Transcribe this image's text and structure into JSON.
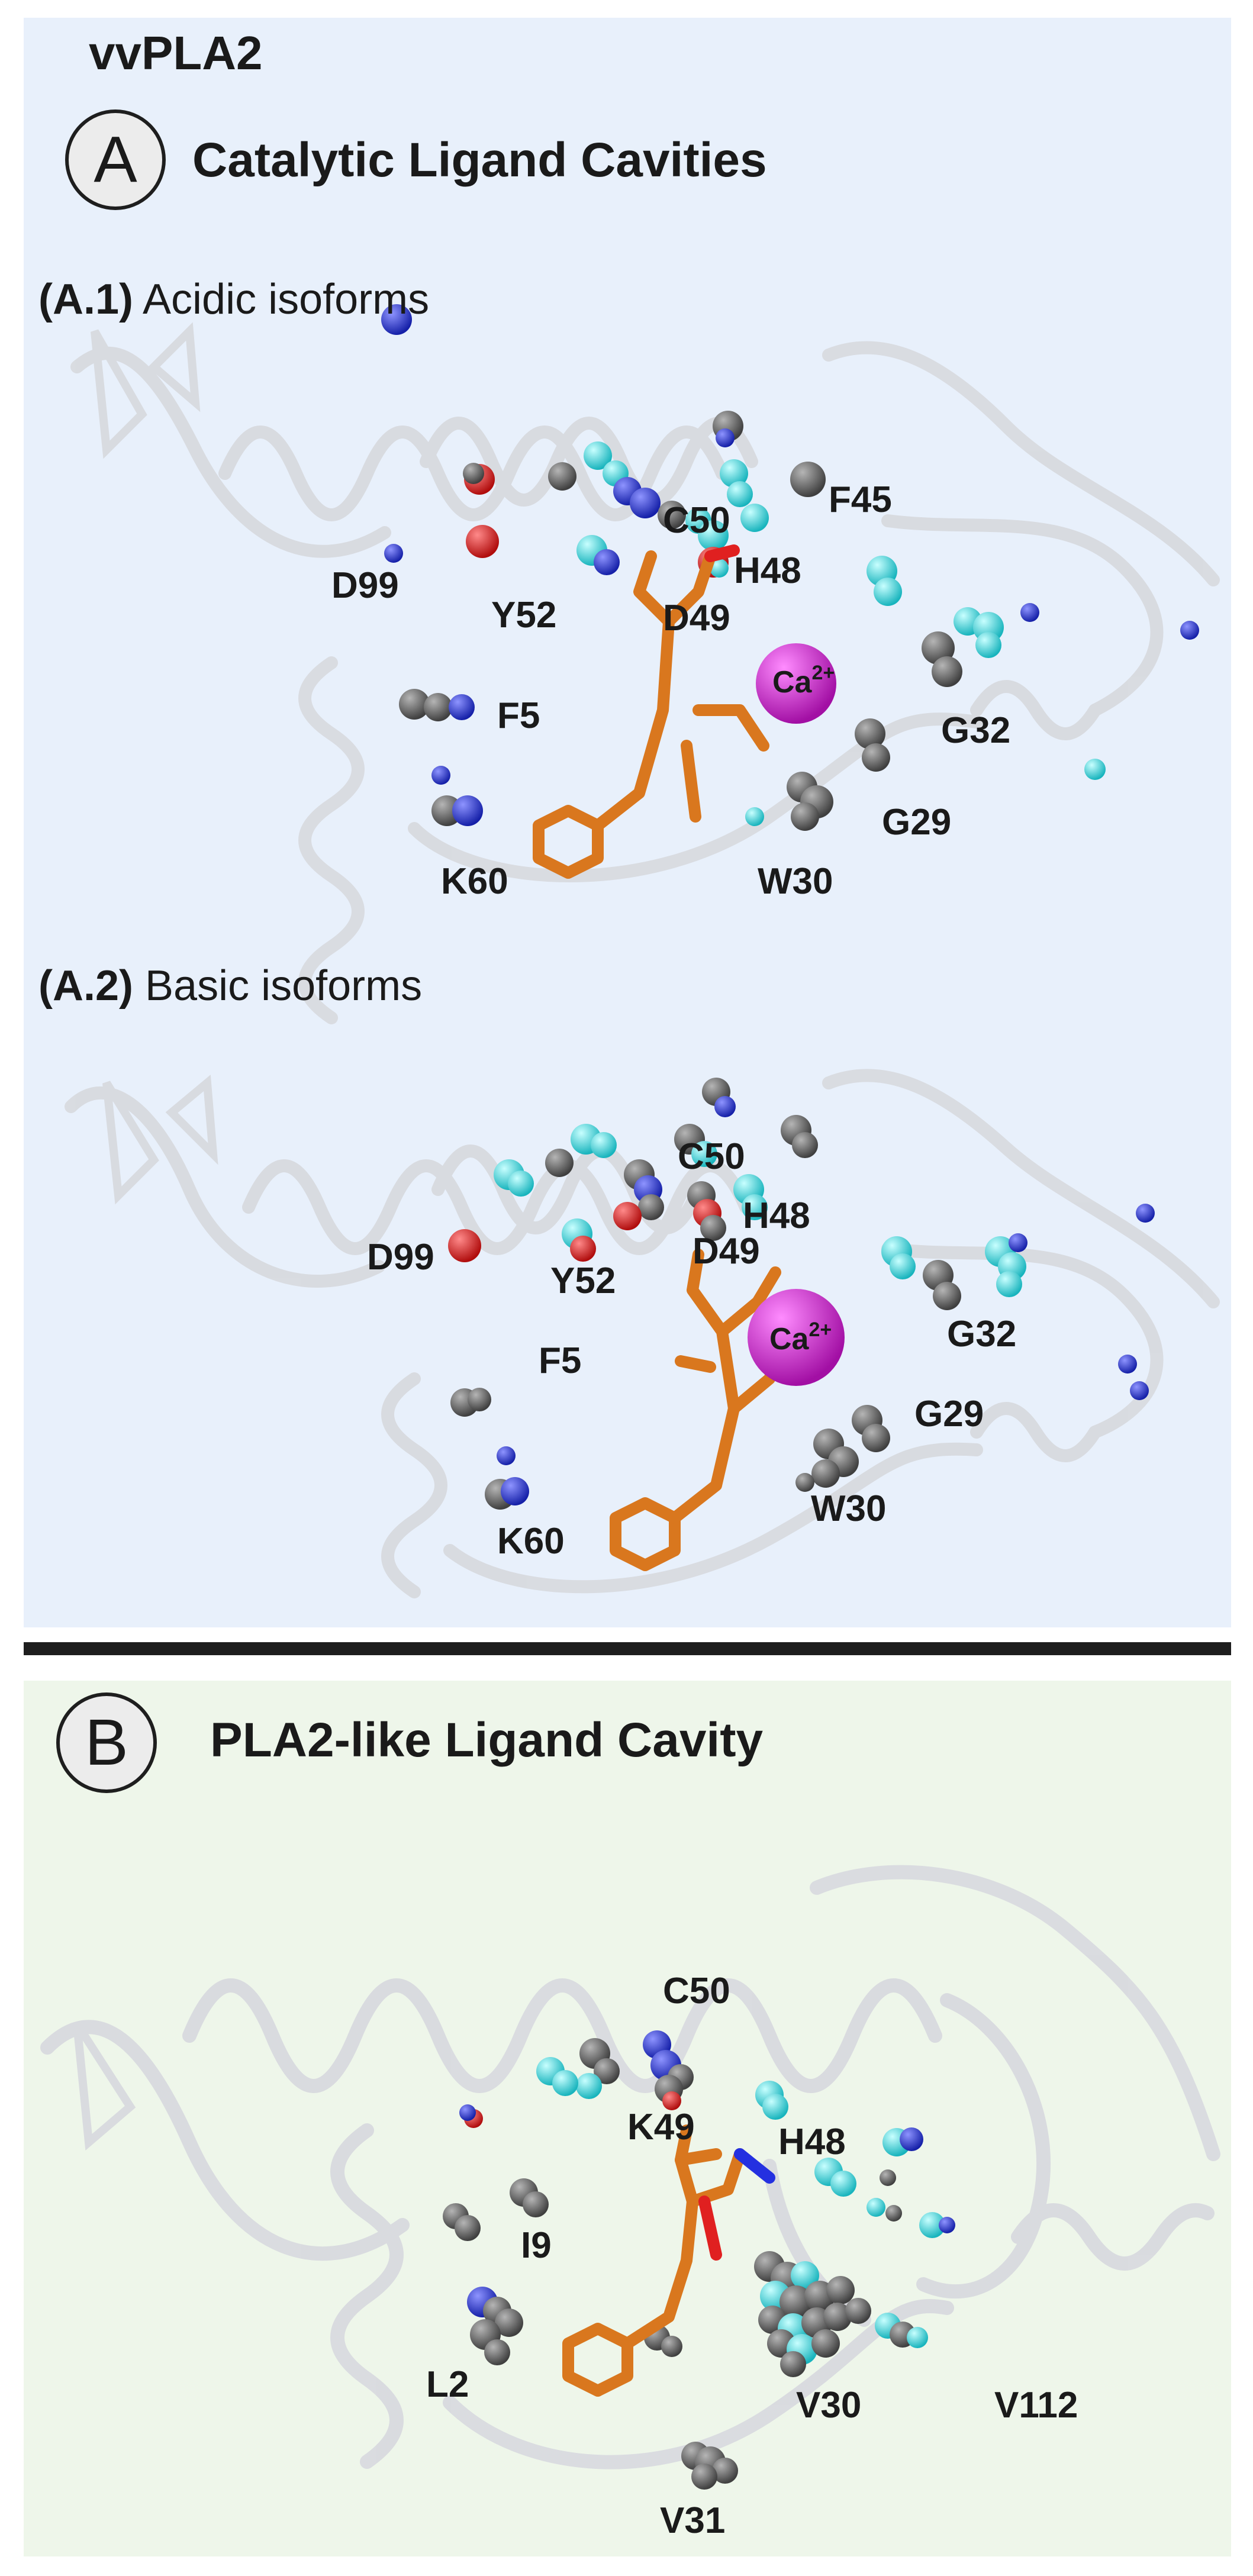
{
  "figure": {
    "title": "vvPLA2",
    "section_a": {
      "letter": "A",
      "title": "Catalytic Ligand Cavities",
      "sub1": {
        "prefix": "(A.1)",
        "text": "Acidic isoforms"
      },
      "sub2": {
        "prefix": "(A.2)",
        "text": "Basic isoforms"
      }
    },
    "section_b": {
      "letter": "B",
      "title": "PLA2-like Ligand Cavity"
    }
  },
  "panel_a1": {
    "calcium": "Ca",
    "calcium_charge": "2+",
    "residues": [
      "D99",
      "Y52",
      "C50",
      "F45",
      "H48",
      "D49",
      "F5",
      "G32",
      "G29",
      "K60",
      "W30"
    ]
  },
  "panel_a2": {
    "calcium": "Ca",
    "calcium_charge": "2+",
    "residues": [
      "C50",
      "H48",
      "D49",
      "D99",
      "Y52",
      "F5",
      "G32",
      "G29",
      "W30",
      "K60"
    ]
  },
  "panel_b": {
    "residues": [
      "C50",
      "K49",
      "H48",
      "I9",
      "L2",
      "V30",
      "V112",
      "V31"
    ]
  },
  "colors": {
    "panel_a_bg": "#e8f0fb",
    "panel_b_bg": "#eef6ea",
    "ligand": "#d9771e",
    "calcium": "#c21bc4",
    "carbon_atoms": "#5a5a5a",
    "cyan_atoms": "#33e0e6",
    "nitrogen": "#2430e0",
    "oxygen": "#e02020",
    "ribbon": "#d8dadf"
  }
}
